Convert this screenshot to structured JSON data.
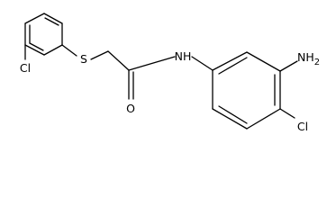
{
  "molecule": {
    "atoms": {
      "s": "S",
      "o": "O",
      "nh": "NH",
      "cl_left": "Cl",
      "nh2": "NH",
      "nh2_sub": "2",
      "cl_right": "Cl"
    }
  },
  "colors": {
    "bond": "#000000",
    "label": "#000000",
    "background": "#ffffff"
  }
}
